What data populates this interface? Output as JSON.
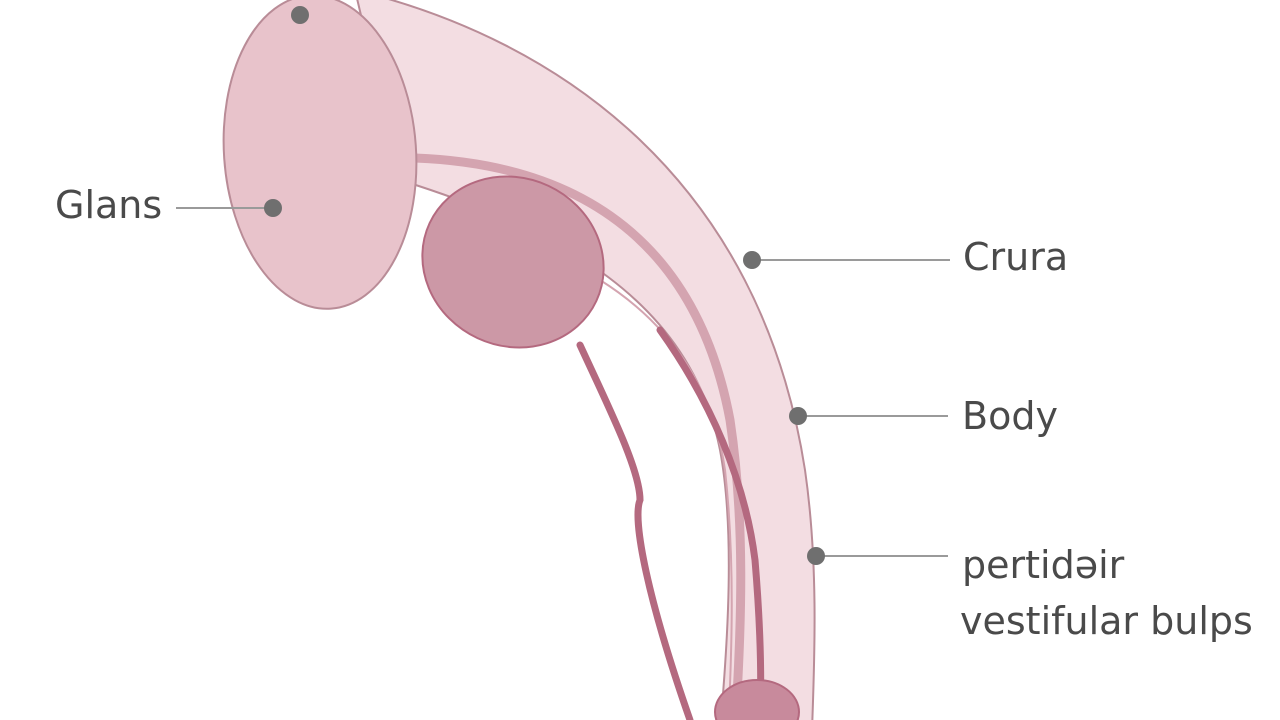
{
  "labels": {
    "glans": "Glans",
    "crura": "Crura",
    "body": "Body",
    "bulbs_line1": "pertidəir",
    "bulbs_line2": "vestifular bulps"
  },
  "colors": {
    "background": "#ffffff",
    "body_fill": "#f3dde2",
    "body_stroke": "#b98c97",
    "glans_fill": "#e8c3cb",
    "bulb_fill": "#cc98a6",
    "vessel": "#b4697f",
    "vessel_light": "#d4a4b0",
    "leader_line": "#9a9a9a",
    "marker": "#6f6f6f",
    "text": "#4a4a4a"
  }
}
